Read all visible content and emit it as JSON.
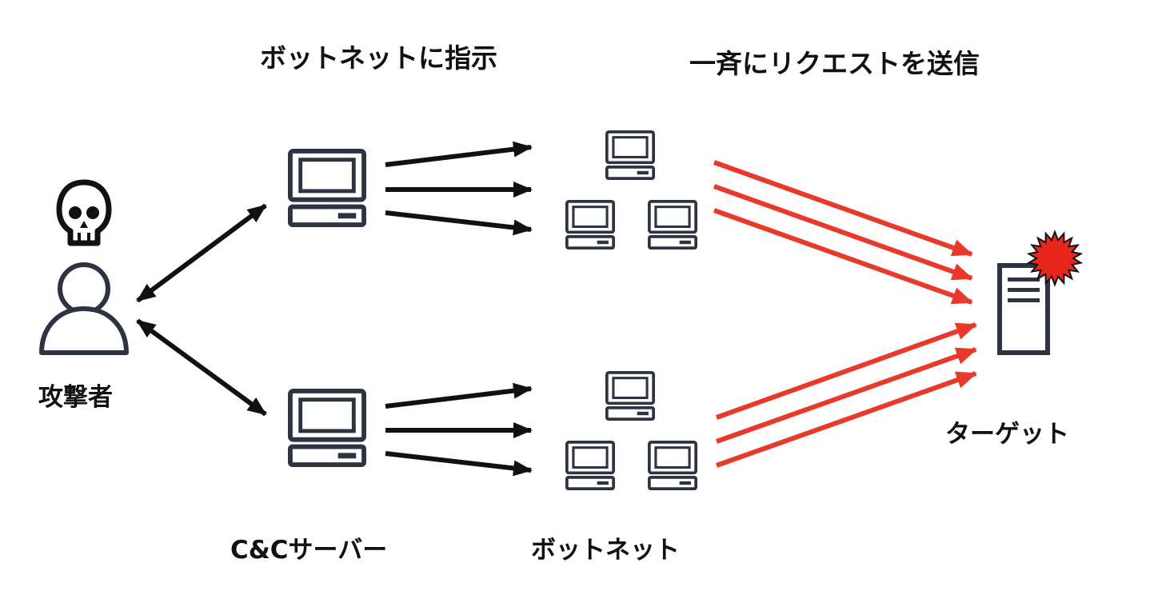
{
  "labels": {
    "instruct": "ボットネットに指示",
    "send": "一斉にリクエストを送信",
    "attacker": "攻撃者",
    "target": "ターゲット",
    "cc_server": "C&Cサーバー",
    "botnet": "ボットネット"
  },
  "colors": {
    "ink": "#2d3340",
    "command_arrow": "#111111",
    "attack_arrow": "#e8392a",
    "burst": "#e8261c"
  },
  "icons": {
    "attacker": "skull-icon",
    "person": "user-icon",
    "cc_server": "desktop-computer-icon",
    "bot": "desktop-computer-icon",
    "target": "server-icon",
    "alert": "explosion-burst-icon"
  }
}
